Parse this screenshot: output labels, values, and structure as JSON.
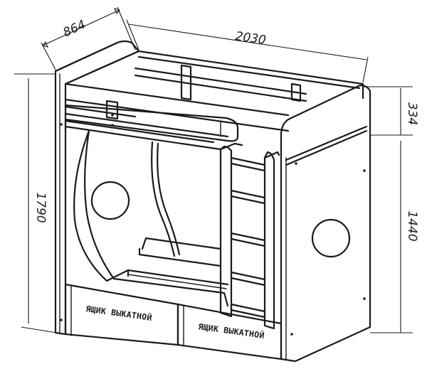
{
  "dimensions": {
    "depth": "864",
    "length": "2030",
    "total_height": "1790",
    "lower_height": "1440",
    "rail_height": "334"
  },
  "drawer_labels": {
    "drawer_1": "ЯЩИК ВЫКАТНОЙ",
    "drawer_2": "ЯЩИК ВЫКАТНОЙ"
  }
}
